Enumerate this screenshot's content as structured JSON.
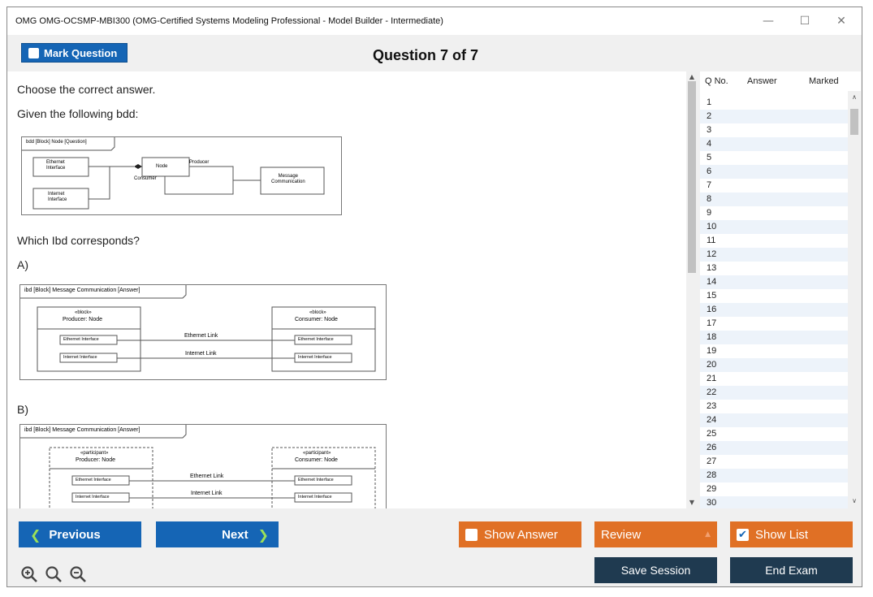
{
  "window": {
    "title": "OMG OMG-OCSMP-MBI300 (OMG-Certified Systems Modeling Professional - Model Builder - Intermediate)",
    "minimize": "—",
    "maximize": "☐",
    "close": "✕"
  },
  "toolbar": {
    "mark_label": "Mark Question",
    "question_title": "Question 7 of 7"
  },
  "question": {
    "instruction": "Choose the correct answer.",
    "given": "Given the following bdd:",
    "prompt": "Which Ibd corresponds?",
    "option_a": "A)",
    "option_b": "B)"
  },
  "bdd": {
    "header": "bdd [Block] Node [Question]",
    "ethernet": "Ethernet\nInterface",
    "internet": "Internet\nInterface",
    "node": "Node",
    "producer": "Producer",
    "consumer": "Consumer",
    "message": "Message\nCommunication"
  },
  "ibd_a": {
    "header": "ibd [Block] Message Communication [Answer]",
    "left_stereo": "«block»",
    "left_name": "Producer: Node",
    "right_stereo": "«block»",
    "right_name": "Consumer: Node",
    "port1": "Ethernet Interface",
    "port2": "Internet Interface",
    "link1": "Ethernet Link",
    "link2": "Internet Link"
  },
  "ibd_b": {
    "header": "ibd [Block] Message Communication [Answer]",
    "left_stereo": "«participant»",
    "left_name": "Producer: Node",
    "right_stereo": "«participant»",
    "right_name": "Consumer: Node",
    "port1": "Ethernet Interface",
    "port2": "Internet Interface",
    "link1": "Ethernet Link",
    "link2": "Internet Link"
  },
  "qlist": {
    "col_qno": "Q No.",
    "col_answer": "Answer",
    "col_marked": "Marked",
    "rows": [
      "1",
      "2",
      "3",
      "4",
      "5",
      "6",
      "7",
      "8",
      "9",
      "10",
      "11",
      "12",
      "13",
      "14",
      "15",
      "16",
      "17",
      "18",
      "19",
      "20",
      "21",
      "22",
      "23",
      "24",
      "25",
      "26",
      "27",
      "28",
      "29",
      "30"
    ]
  },
  "buttons": {
    "previous": "Previous",
    "next": "Next",
    "show_answer": "Show Answer",
    "review": "Review",
    "show_list": "Show List",
    "save_session": "Save Session",
    "end_exam": "End Exam"
  },
  "colors": {
    "primary_blue": "#1565b5",
    "accent_orange": "#e07025",
    "dark_button": "#1f3a50",
    "chevron_green": "#9be05a"
  }
}
